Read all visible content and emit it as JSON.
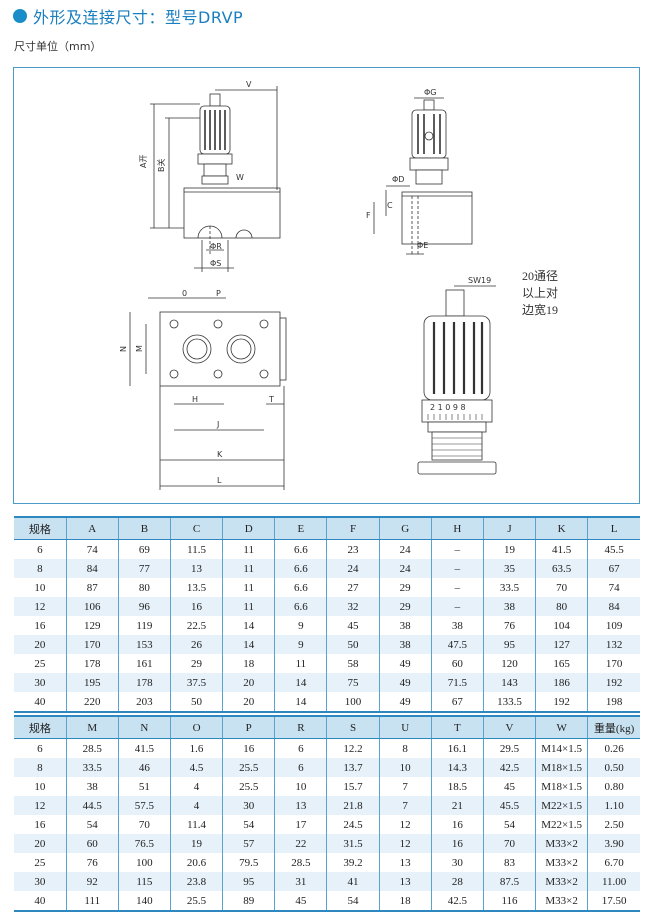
{
  "title": "外形及连接尺寸：型号DRVP",
  "unit": "尺寸单位（mm）",
  "drawing": {
    "labels": {
      "V": "V",
      "A": "A开",
      "B": "B关",
      "W": "W",
      "R": "ΦR",
      "S": "ΦS",
      "G": "ΦG",
      "D": "ΦD",
      "F": "F",
      "C": "C",
      "E": "ΦE",
      "O": "0",
      "P": "P",
      "N": "N",
      "M": "M",
      "H": "H",
      "T": "T",
      "J": "J",
      "K": "K",
      "L": "L",
      "SW": "SW19",
      "note1": "20通径",
      "note2": "以上对",
      "note3": "边宽19",
      "scale": "2 1 0 9 8"
    }
  },
  "table1": {
    "headers": [
      "规格",
      "A",
      "B",
      "C",
      "D",
      "E",
      "F",
      "G",
      "H",
      "J",
      "K",
      "L"
    ],
    "rows": [
      [
        "6",
        "74",
        "69",
        "11.5",
        "11",
        "6.6",
        "23",
        "24",
        "–",
        "19",
        "41.5",
        "45.5"
      ],
      [
        "8",
        "84",
        "77",
        "13",
        "11",
        "6.6",
        "24",
        "24",
        "–",
        "35",
        "63.5",
        "67"
      ],
      [
        "10",
        "87",
        "80",
        "13.5",
        "11",
        "6.6",
        "27",
        "29",
        "–",
        "33.5",
        "70",
        "74"
      ],
      [
        "12",
        "106",
        "96",
        "16",
        "11",
        "6.6",
        "32",
        "29",
        "–",
        "38",
        "80",
        "84"
      ],
      [
        "16",
        "129",
        "119",
        "22.5",
        "14",
        "9",
        "45",
        "38",
        "38",
        "76",
        "104",
        "109"
      ],
      [
        "20",
        "170",
        "153",
        "26",
        "14",
        "9",
        "50",
        "38",
        "47.5",
        "95",
        "127",
        "132"
      ],
      [
        "25",
        "178",
        "161",
        "29",
        "18",
        "11",
        "58",
        "49",
        "60",
        "120",
        "165",
        "170"
      ],
      [
        "30",
        "195",
        "178",
        "37.5",
        "20",
        "14",
        "75",
        "49",
        "71.5",
        "143",
        "186",
        "192"
      ],
      [
        "40",
        "220",
        "203",
        "50",
        "20",
        "14",
        "100",
        "49",
        "67",
        "133.5",
        "192",
        "198"
      ]
    ]
  },
  "table2": {
    "headers": [
      "规格",
      "M",
      "N",
      "O",
      "P",
      "R",
      "S",
      "U",
      "T",
      "V",
      "W",
      "重量(kg)"
    ],
    "rows": [
      [
        "6",
        "28.5",
        "41.5",
        "1.6",
        "16",
        "6",
        "12.2",
        "8",
        "16.1",
        "29.5",
        "M14×1.5",
        "0.26"
      ],
      [
        "8",
        "33.5",
        "46",
        "4.5",
        "25.5",
        "6",
        "13.7",
        "10",
        "14.3",
        "42.5",
        "M18×1.5",
        "0.50"
      ],
      [
        "10",
        "38",
        "51",
        "4",
        "25.5",
        "10",
        "15.7",
        "7",
        "18.5",
        "45",
        "M18×1.5",
        "0.80"
      ],
      [
        "12",
        "44.5",
        "57.5",
        "4",
        "30",
        "13",
        "21.8",
        "7",
        "21",
        "45.5",
        "M22×1.5",
        "1.10"
      ],
      [
        "16",
        "54",
        "70",
        "11.4",
        "54",
        "17",
        "24.5",
        "12",
        "16",
        "54",
        "M22×1.5",
        "2.50"
      ],
      [
        "20",
        "60",
        "76.5",
        "19",
        "57",
        "22",
        "31.5",
        "12",
        "16",
        "70",
        "M33×2",
        "3.90"
      ],
      [
        "25",
        "76",
        "100",
        "20.6",
        "79.5",
        "28.5",
        "39.2",
        "13",
        "30",
        "83",
        "M33×2",
        "6.70"
      ],
      [
        "30",
        "92",
        "115",
        "23.8",
        "95",
        "31",
        "41",
        "13",
        "28",
        "87.5",
        "M33×2",
        "11.00"
      ],
      [
        "40",
        "111",
        "140",
        "25.5",
        "89",
        "45",
        "54",
        "18",
        "42.5",
        "116",
        "M33×2",
        "17.50"
      ]
    ]
  }
}
